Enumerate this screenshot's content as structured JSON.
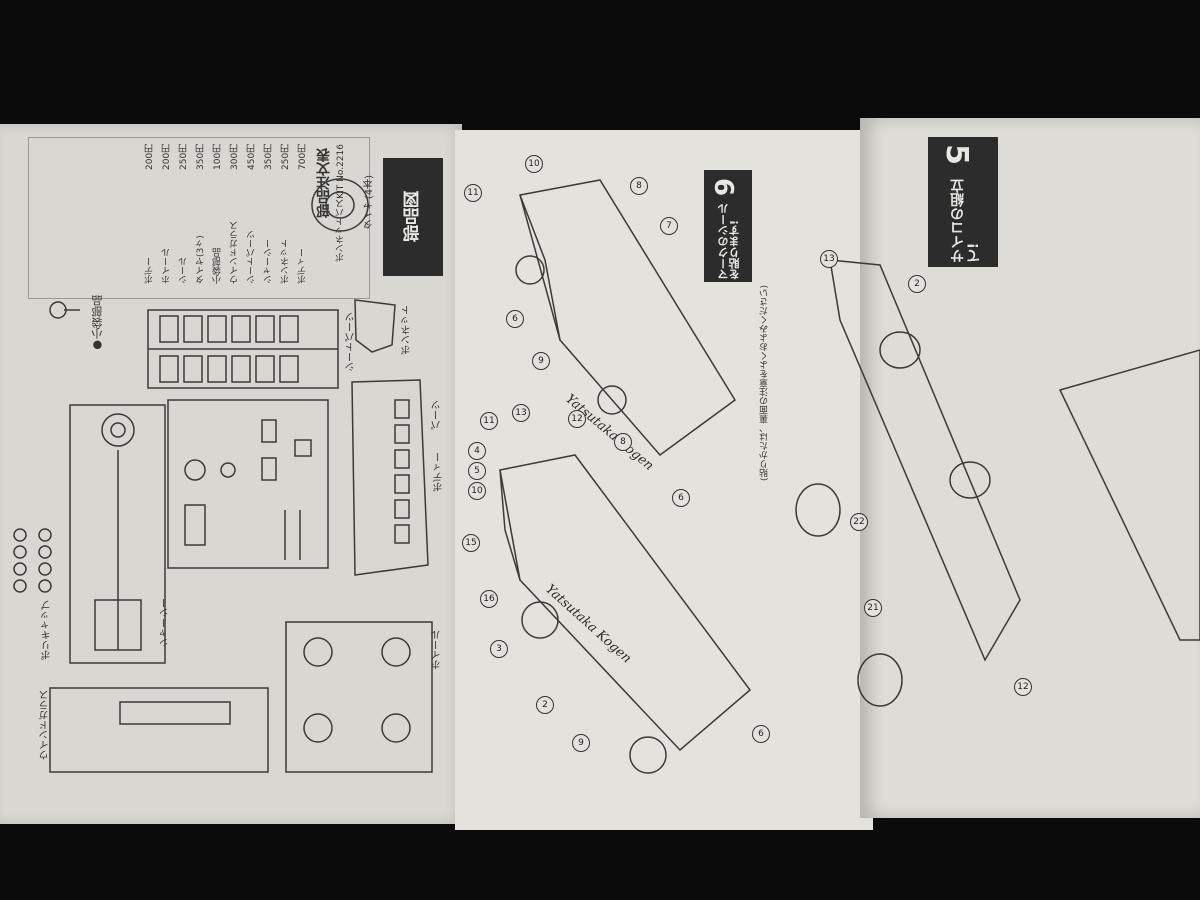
{
  "sections": {
    "parts_diagram": {
      "title": "部品図"
    },
    "step6": {
      "number": "6",
      "title": "マークのシールを貼ります!",
      "note": "(貼りかたは、裏面の注意をよくおよみください)"
    },
    "step5": {
      "number": "5",
      "title": "サイコの組立て!"
    }
  },
  "order": {
    "heading": "部品注文表",
    "kit": "ボンネットバスKIT No.2216",
    "items": [
      {
        "name": "ボディー",
        "price": "700円"
      },
      {
        "name": "ボンネット",
        "price": "250円"
      },
      {
        "name": "シャーシー",
        "price": "350円"
      },
      {
        "name": "シートパーツ",
        "price": "450円"
      },
      {
        "name": "ウインドガラス",
        "price": "300円"
      },
      {
        "name": "小袋部品",
        "price": "100円"
      },
      {
        "name": "タイヤ(3ヶ)",
        "price": "350円"
      },
      {
        "name": "シール",
        "price": "250円"
      },
      {
        "name": "ホイール",
        "price": "200円"
      },
      {
        "name": "ボデー",
        "price": "200円"
      }
    ]
  },
  "labels": {
    "tire": "タイヤ(4本)",
    "small_parts": "●小袋部品",
    "bonnet": "ボンネット",
    "seat_parts": "シートパーツ",
    "parts": "パーツ",
    "body": "ボディー",
    "chassis": "シャーシー",
    "wheel": "ホイール",
    "window_glass": "ウインドガラス",
    "poly_cap": "ポリキャップ",
    "bus_script": "Yatsutaka Kogen"
  },
  "callouts": {
    "step6": [
      "10",
      "11",
      "8",
      "7",
      "6",
      "9",
      "8",
      "6",
      "11",
      "12",
      "13",
      "4",
      "5",
      "10",
      "15",
      "16",
      "3",
      "2",
      "9",
      "6"
    ],
    "step5": [
      "13",
      "2",
      "22",
      "21",
      "12"
    ]
  }
}
